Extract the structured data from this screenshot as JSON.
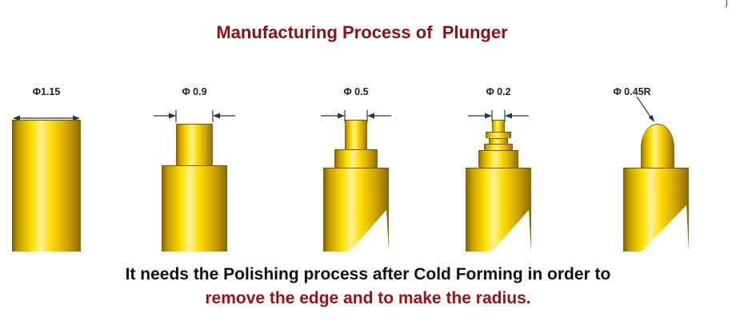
{
  "title": "Manufacturing Process of  Plunger",
  "corner_artifact": ")",
  "stages": [
    {
      "name": "stage-1-rod",
      "label": "Φ1.15"
    },
    {
      "name": "stage-2-first-form",
      "label": "Φ 0.9"
    },
    {
      "name": "stage-3-second-form",
      "label": "Φ 0.5"
    },
    {
      "name": "stage-4-coined-tip",
      "label": "Φ 0.2"
    },
    {
      "name": "stage-5-radius-tip",
      "label": "Φ 0.45R"
    }
  ],
  "caption": {
    "line1": "It needs the Polishing process after Cold Forming in order to",
    "line2": "remove the edge and to make the radius."
  },
  "colors": {
    "title_text": "#8e1111",
    "caption_line1_text": "#111111",
    "caption_line2_text": "#9e1111",
    "dimension_text": "#222222",
    "gold_highlight": "#fff099",
    "gold_mid": "#ffe100",
    "gold_dark": "#7d5f00",
    "background": "#ffffff"
  }
}
